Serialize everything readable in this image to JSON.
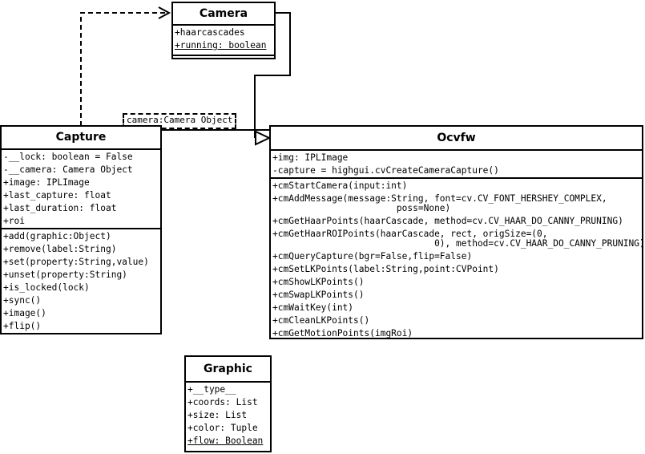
{
  "camera": {
    "name": "Camera",
    "attributes": [
      "+haarcascades",
      "+running: boolean"
    ]
  },
  "capture": {
    "name": "Capture",
    "attributes": [
      "-__lock: boolean = False",
      "-__camera: Camera Object",
      "+image: IPLImage",
      "+last_capture: float",
      "+last_duration: float",
      "+roi"
    ],
    "methods": [
      "+add(graphic:Object)",
      "+remove(label:String)",
      "+set(property:String,value)",
      "+unset(property:String)",
      "+is_locked(lock)",
      "+sync()",
      "+image()",
      "+flip()"
    ]
  },
  "ocvfw": {
    "name": "Ocvfw",
    "attributes": [
      "+img: IPLImage",
      "-capture = highgui.cvCreateCameraCapture()"
    ],
    "methods": [
      "+cmStartCamera(input:int)",
      "+cmAddMessage(message:String, font=cv.CV_FONT_HERSHEY_COMPLEX,\n                       poss=None)",
      "+cmGetHaarPoints(haarCascade, method=cv.CV_HAAR_DO_CANNY_PRUNING)",
      "+cmGetHaarROIPoints(haarCascade, rect, origSize=(0,\n                              0), method=cv.CV_HAAR_DO_CANNY_PRUNING)",
      "+cmQueryCapture(bgr=False,flip=False)",
      "+cmSetLKPoints(label:String,point:CVPoint)",
      "+cmShowLKPoints()",
      "+cmSwapLKPoints()",
      "+cmWaitKey(int)",
      "+cmCleanLKPoints()",
      "+cmGetMotionPoints(imgRoi)"
    ]
  },
  "graphic": {
    "name": "Graphic",
    "attributes": [
      "+__type__",
      "+coords: List",
      "+size: List",
      "+color: Tuple",
      "+flow: Boolean"
    ]
  },
  "association_label": "camera:Camera Object"
}
